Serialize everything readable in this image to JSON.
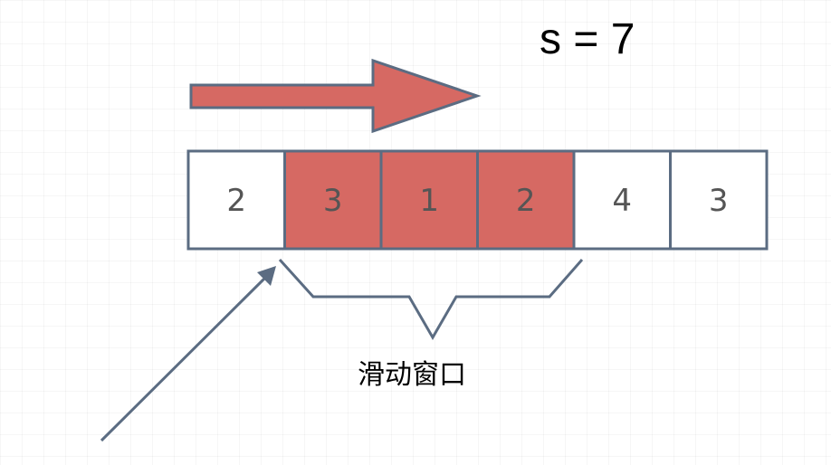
{
  "sum_label": "s = 7",
  "window_label": "滑动窗口",
  "array": {
    "values": [
      "2",
      "3",
      "1",
      "2",
      "4",
      "3"
    ],
    "window_start": 1,
    "window_end": 3
  },
  "colors": {
    "window_fill": "#d66963",
    "cell_fill": "#ffffff",
    "border": "#5b6c82",
    "pointer": "#5b6c82"
  }
}
